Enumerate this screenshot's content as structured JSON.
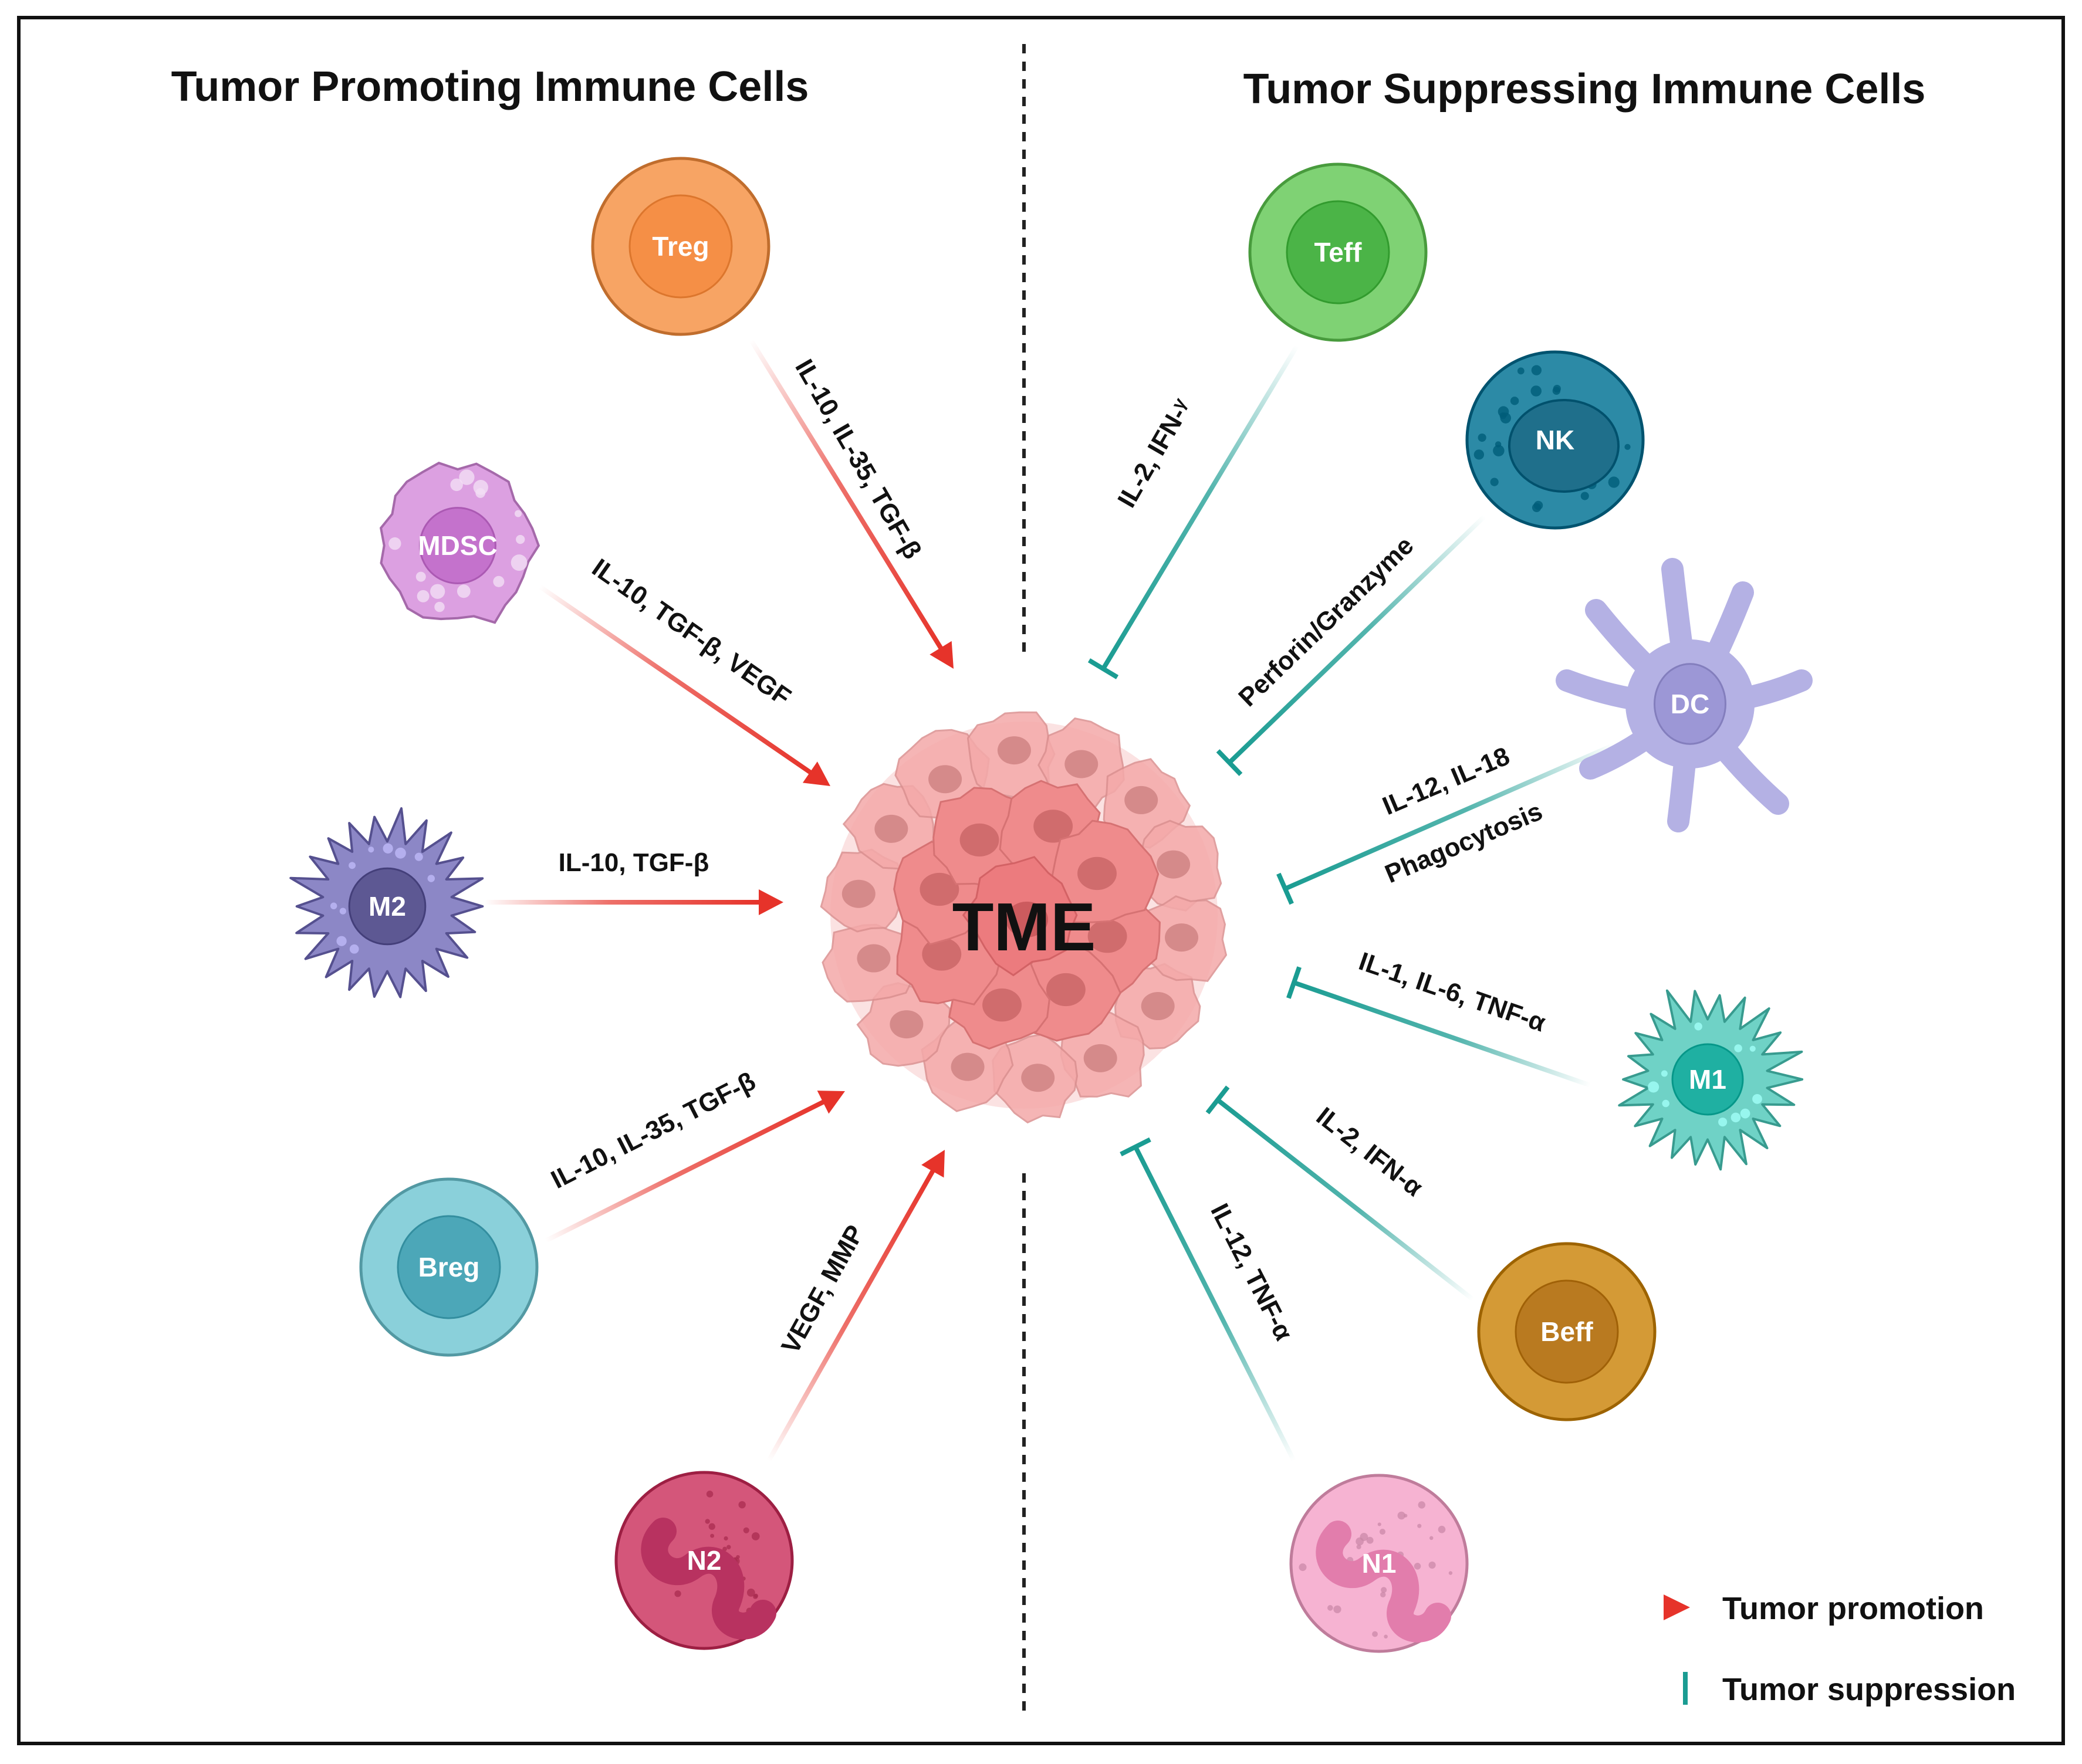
{
  "headings": {
    "left": "Tumor Promoting Immune Cells",
    "right": "Tumor Suppressing Immune Cells"
  },
  "center": {
    "label": "TME",
    "color": "#ee6e72"
  },
  "promoting_cells": [
    {
      "id": "treg",
      "label": "Treg",
      "signals": [
        "IL-10, IL-35,  TGF-β"
      ],
      "color": "#f7a464",
      "nucleus_color": "#f58f46",
      "shape": "round"
    },
    {
      "id": "mdsc",
      "label": "MDSC",
      "signals": [
        "IL-10, TGF-β, VEGF"
      ],
      "color": "#dca0e1",
      "nucleus_color": "#c472cc",
      "shape": "blob"
    },
    {
      "id": "m2",
      "label": "M2",
      "signals": [
        "IL-10, TGF-β"
      ],
      "color": "#8c87c6",
      "nucleus_color": "#5d5893",
      "shape": "spiky"
    },
    {
      "id": "breg",
      "label": "Breg",
      "signals": [
        "IL-10, IL-35, TGF-β"
      ],
      "color": "#8ad0da",
      "nucleus_color": "#4ca7b8",
      "shape": "round"
    },
    {
      "id": "n2",
      "label": "N2",
      "signals": [
        "VEGF, MMP"
      ],
      "color": "#d4567a",
      "nucleus_color": "#b83260",
      "shape": "neutrophil"
    }
  ],
  "suppressing_cells": [
    {
      "id": "teff",
      "label": "Teff",
      "signals": [
        "IL-2, IFN-ᵞ"
      ],
      "color": "#7fd274",
      "nucleus_color": "#4bb447",
      "shape": "round"
    },
    {
      "id": "nk",
      "label": "NK",
      "signals": [
        "Perforin/Granzyme"
      ],
      "color": "#2c8aa6",
      "nucleus_color": "#1f6f8b",
      "shape": "granular"
    },
    {
      "id": "dc",
      "label": "DC",
      "signals": [
        "IL-12, IL-18",
        "Phagocytosis"
      ],
      "color": "#b4b1e4",
      "nucleus_color": "#9c97d6",
      "shape": "dendritic"
    },
    {
      "id": "m1",
      "label": "M1",
      "signals": [
        "IL-1, IL-6, TNF-α"
      ],
      "color": "#6fd2c6",
      "nucleus_color": "#1fb0a2",
      "shape": "spiky"
    },
    {
      "id": "beff",
      "label": "Beff",
      "signals": [
        "IL-2, IFN-α"
      ],
      "color": "#d49a36",
      "nucleus_color": "#b97a20",
      "shape": "round"
    },
    {
      "id": "n1",
      "label": "N1",
      "signals": [
        "IL-12, TNF-α"
      ],
      "color": "#f6b3d2",
      "nucleus_color": "#e27dac",
      "shape": "neutrophil"
    }
  ],
  "legend": {
    "promotion": {
      "label": "Tumor promotion",
      "color": "#e6332a"
    },
    "suppression": {
      "label": "Tumor suppression",
      "color": "#1a9c92"
    }
  }
}
